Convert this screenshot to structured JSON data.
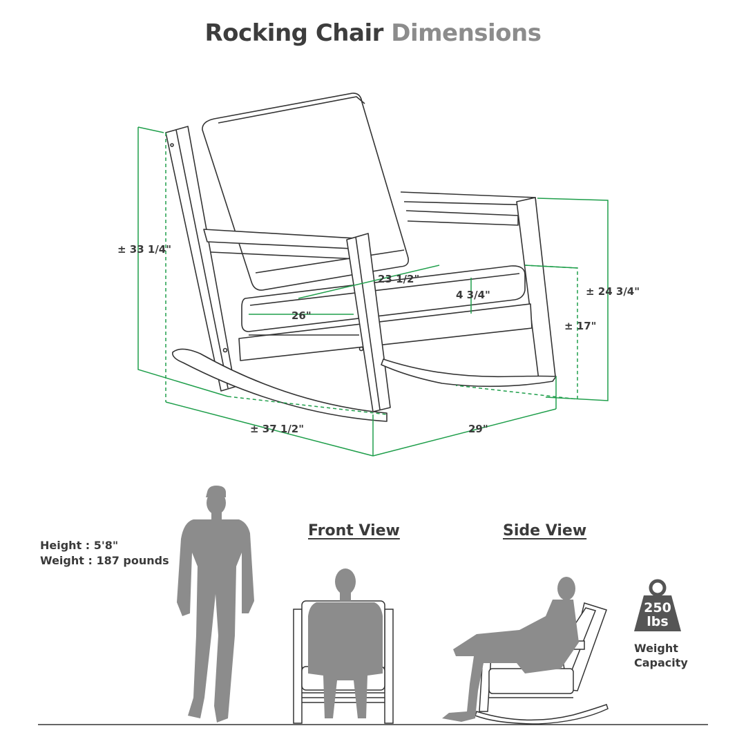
{
  "title": {
    "main": "Rocking Chair",
    "accent": "Dimensions"
  },
  "dimensions": {
    "overall_height": "± 33 1/4\"",
    "arm_height": "± 24 3/4\"",
    "seat_height": "± 17\"",
    "seat_depth": "23 1/2\"",
    "cushion_thickness": "4 3/4\"",
    "seat_width": "26\"",
    "overall_depth": "± 37 1/2\"",
    "overall_width": "29\""
  },
  "views": {
    "front": "Front View",
    "side": "Side View"
  },
  "person": {
    "height": "Height  : 5'8\"",
    "weight": "Weight : 187 pounds"
  },
  "capacity": {
    "number": "250",
    "unit": "lbs",
    "line1": "Weight",
    "line2": "Capacity"
  },
  "colors": {
    "dimension_line": "#1e9e4a",
    "silhouette": "#8c8c8c",
    "outline": "#333333"
  }
}
